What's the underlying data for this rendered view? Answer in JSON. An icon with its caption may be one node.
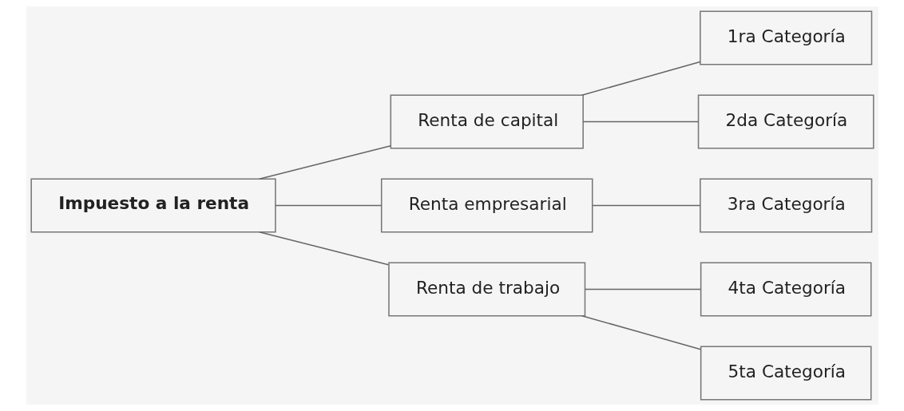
{
  "diagram": {
    "nodes": [
      {
        "text": [
          "Impuesto a la renta"
        ]
      },
      {
        "text": [
          "Renta de capital"
        ]
      },
      {
        "text": [
          "Renta empresarial"
        ]
      },
      {
        "text": [
          "Renta de trabajo"
        ]
      },
      {
        "text": [
          "1ra Categoría"
        ]
      },
      {
        "text": [
          "2da Categoría"
        ]
      },
      {
        "text": [
          "3ra Categoría"
        ]
      },
      {
        "text": [
          "4ta Categoría"
        ]
      },
      {
        "text": [
          "5ta Categoría"
        ]
      }
    ],
    "edges": [
      {
        "from": 0,
        "to": 1,
        "arrow": "none"
      },
      {
        "from": 0,
        "to": 2,
        "arrow": "none"
      },
      {
        "from": 0,
        "to": 3,
        "arrow": "none"
      },
      {
        "from": 1,
        "to": 4,
        "arrow": "none"
      },
      {
        "from": 1,
        "to": 5,
        "arrow": "none"
      },
      {
        "from": 2,
        "to": 6,
        "arrow": "none"
      },
      {
        "from": 3,
        "to": 7,
        "arrow": "none"
      },
      {
        "from": 3,
        "to": 8,
        "arrow": "none"
      }
    ]
  }
}
